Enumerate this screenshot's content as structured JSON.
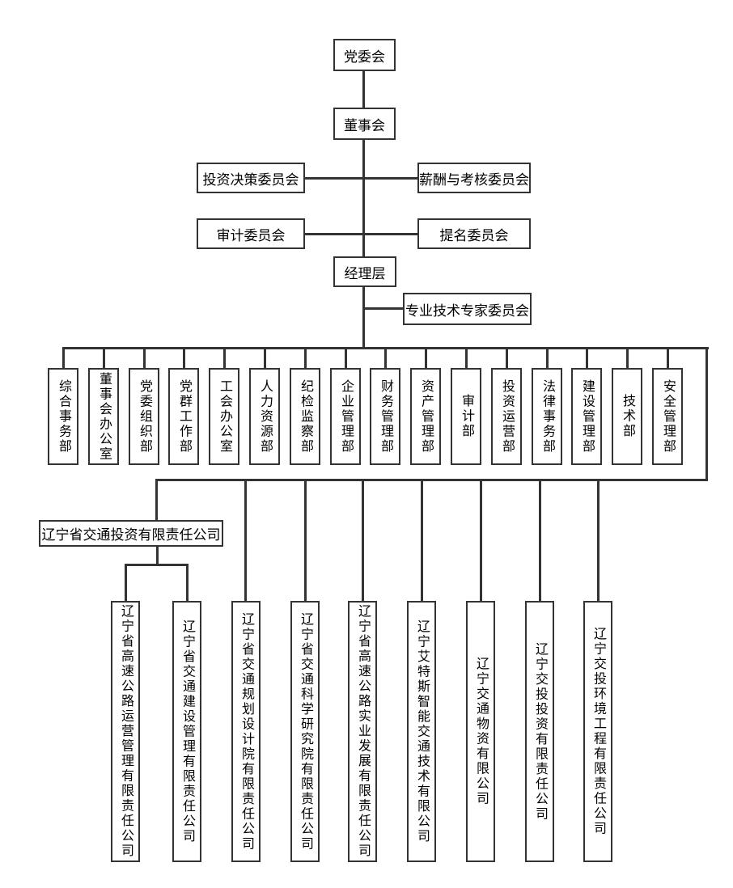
{
  "org": {
    "levels": {
      "party_committee": "党委会",
      "board": "董事会",
      "management": "经理层"
    },
    "committees": {
      "investment": "投资决策委员会",
      "compensation": "薪酬与考核委员会",
      "audit": "审计委员会",
      "nomination": "提名委员会",
      "expert": "专业技术专家委员会"
    },
    "departments": [
      "综合事务部",
      "董事会办公室",
      "党委组织部",
      "党群工作部",
      "工会办公室",
      "人力资源部",
      "纪检监察部",
      "企业管理部",
      "财务管理部",
      "资产管理部",
      "审计部",
      "投资运营部",
      "法律事务部",
      "建设管理部",
      "技术部",
      "安全管理部"
    ],
    "parent_company": "辽宁省交通投资有限责任公司",
    "subsidiaries": [
      "辽宁省高速公路运营管理有限责任公司",
      "辽宁省交通建设管理有限责任公司",
      "辽宁省交通规划设计院有限责任公司",
      "辽宁省交通科学研究院有限责任公司",
      "辽宁省高速公路实业发展有限责任公司",
      "辽宁艾特斯智能交通技术有限公司",
      "辽宁交通物资有限公司",
      "辽宁交投投资有限责任公司",
      "辽宁交投环境工程有限责任公司"
    ],
    "colors": {
      "line": "#333333",
      "box_border": "#333333",
      "background": "#ffffff",
      "text": "#000000"
    }
  }
}
